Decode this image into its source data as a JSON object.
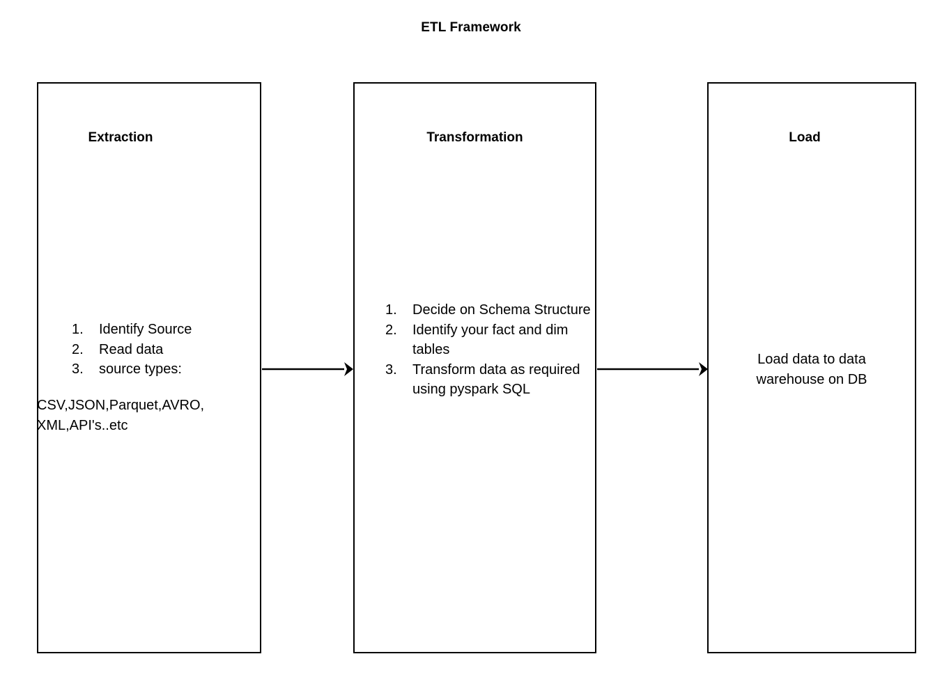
{
  "title": "ETL Framework",
  "stages": [
    {
      "id": "extraction",
      "heading": "Extraction",
      "steps": [
        {
          "marker": "1.",
          "text": "Identify Source"
        },
        {
          "marker": "2.",
          "text": "Read data"
        },
        {
          "marker": "3.",
          "text": "source types:"
        }
      ],
      "note": "CSV,JSON,Parquet,AVRO,\nXML,API's..etc"
    },
    {
      "id": "transformation",
      "heading": "Transformation",
      "steps": [
        {
          "marker": "1.",
          "text": "Decide on Schema Structure"
        },
        {
          "marker": "2.",
          "text": "Identify your fact and dim tables"
        },
        {
          "marker": "3.",
          "text": "Transform data as required using pyspark SQL"
        }
      ]
    },
    {
      "id": "load",
      "heading": "Load",
      "body": "Load data to data\nwarehouse on DB"
    }
  ],
  "connectors": [
    {
      "id": "extraction-to-transformation",
      "from": "extraction",
      "to": "transformation",
      "style": "solid-arrow"
    },
    {
      "id": "transformation-to-load",
      "from": "transformation",
      "to": "load",
      "style": "solid-arrow"
    }
  ],
  "colors": {
    "background": "#ffffff",
    "stroke": "#000000",
    "text": "#000000"
  }
}
